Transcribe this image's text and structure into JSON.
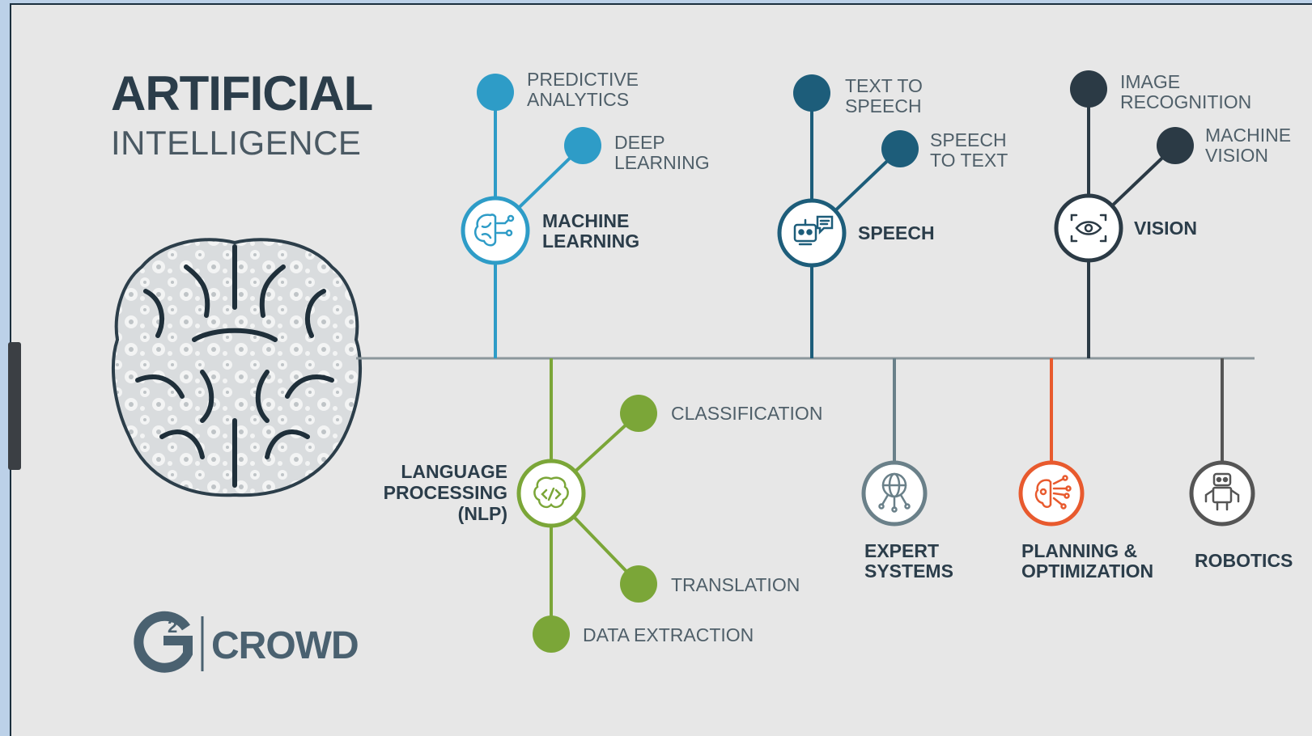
{
  "title": {
    "line1": "ARTIFICIAL",
    "line2": "INTELLIGENCE"
  },
  "logo": {
    "brand": "CROWD",
    "mark_sup": "2"
  },
  "colors": {
    "machine_learning": "#2e9cc7",
    "speech": "#1d5d7a",
    "vision": "#2b3a45",
    "nlp": "#7ba638",
    "expert": "#6a8089",
    "planning": "#e85a2e",
    "robotics": "#555555",
    "spine": "#8c979c"
  },
  "branches": {
    "machine_learning": {
      "label1": "MACHINE",
      "label2": "LEARNING",
      "icon": "brain-circuit-icon",
      "sub": [
        {
          "l1": "PREDICTIVE",
          "l2": "ANALYTICS"
        },
        {
          "l1": "DEEP",
          "l2": "LEARNING"
        }
      ]
    },
    "speech": {
      "label1": "SPEECH",
      "icon": "robot-chat-icon",
      "sub": [
        {
          "l1": "TEXT TO",
          "l2": "SPEECH"
        },
        {
          "l1": "SPEECH",
          "l2": "TO TEXT"
        }
      ]
    },
    "vision": {
      "label1": "VISION",
      "icon": "eye-scan-icon",
      "sub": [
        {
          "l1": "IMAGE",
          "l2": "RECOGNITION"
        },
        {
          "l1": "MACHINE",
          "l2": "VISION"
        }
      ]
    },
    "nlp": {
      "label1": "LANGUAGE",
      "label2": "PROCESSING",
      "label3": "(NLP)",
      "icon": "brain-code-icon",
      "sub": [
        {
          "l1": "CLASSIFICATION"
        },
        {
          "l1": "TRANSLATION"
        },
        {
          "l1": "DATA EXTRACTION"
        }
      ]
    },
    "expert": {
      "label1": "EXPERT",
      "label2": "SYSTEMS",
      "icon": "globe-network-icon"
    },
    "planning": {
      "label1": "PLANNING &",
      "label2": "OPTIMIZATION",
      "icon": "brain-gears-icon"
    },
    "robotics": {
      "label1": "ROBOTICS",
      "icon": "robot-icon"
    }
  }
}
